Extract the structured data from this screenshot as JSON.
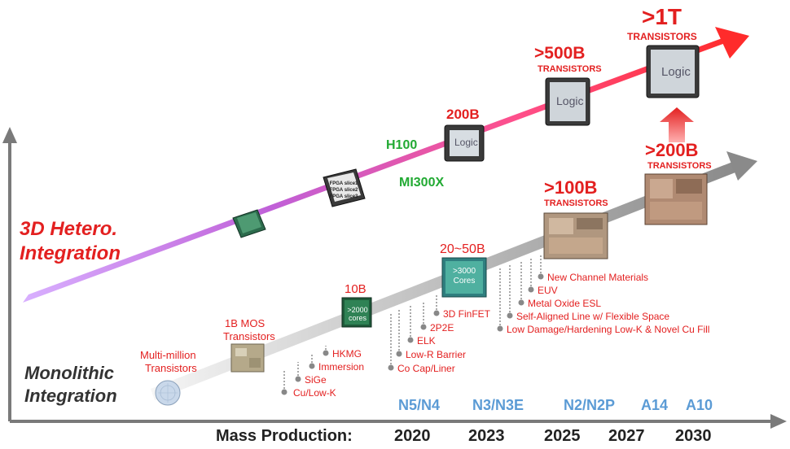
{
  "left_labels": {
    "hetero_line1": "3D Hetero.",
    "hetero_line2": "Integration",
    "mono_line1": "Monolithic",
    "mono_line2": "Integration"
  },
  "milestones": {
    "multi_million_line1": "Multi-million",
    "multi_million_line2": "Transistors",
    "one_b_line1": "1B MOS",
    "one_b_line2": "Transistors",
    "ten_b": "10B",
    "twenty_fifty_b": "20~50B",
    "hundred_b": ">100B",
    "hundred_b_sub": "TRANSISTORS",
    "two_hundred_b": ">200B",
    "two_hundred_b_sub": "TRANSISTORS",
    "two_hundred_b_chip": "200B",
    "five_hundred_b": ">500B",
    "five_hundred_b_sub": "TRANSISTORS",
    "one_t": ">1T",
    "one_t_sub": "TRANSISTORS"
  },
  "chips": {
    "cores_2000_line1": ">2000",
    "cores_2000_line2": "cores",
    "cores_3000_line1": ">3000",
    "cores_3000_line2": "Cores",
    "logic": "Logic",
    "fpga_slice1": "FPGA slice1",
    "fpga_slice2": "FPGA slice2",
    "fpga_slice3": "FPGA slice3"
  },
  "products": {
    "h100": "H100",
    "mi300x": "MI300X"
  },
  "tech_items": [
    "Cu/Low-K",
    "SiGe",
    "Immersion",
    "HKMG",
    "Co Cap/Liner",
    "Low-R Barrier",
    "ELK",
    "2P2E",
    "3D FinFET",
    "Low Damage/Hardening Low-K & Novel Cu Fill",
    "Self-Aligned Line w/ Flexible Space",
    "Metal Oxide ESL",
    "EUV",
    "New Channel Materials"
  ],
  "nodes": [
    "N5/N4",
    "N3/N3E",
    "N2/N2P",
    "A14",
    "A10"
  ],
  "x_axis": {
    "label": "Mass Production:",
    "years": [
      "2020",
      "2023",
      "2025",
      "2027",
      "2030"
    ]
  },
  "colors": {
    "accent_red": "#e32020",
    "node_blue": "#5b9bd5",
    "product_green": "#22aa33",
    "axis_gray": "#7a7a7a"
  }
}
